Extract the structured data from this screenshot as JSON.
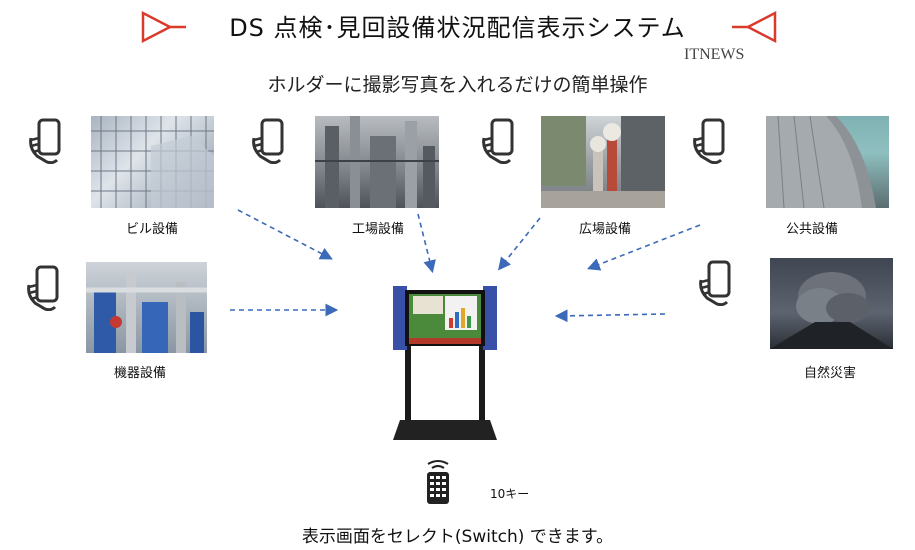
{
  "header": {
    "title": "DS 点検･見回設備状況配信表示システム",
    "brand": "ITNEWS",
    "accent_color": "#d93a2a"
  },
  "subtitle": "ホルダーに撮影写真を入れるだけの簡単操作",
  "sources": [
    {
      "label": "ビル設備",
      "icon": "phone-in-hand-icon"
    },
    {
      "label": "工場設備",
      "icon": "phone-in-hand-icon"
    },
    {
      "label": "広場設備",
      "icon": "phone-in-hand-icon"
    },
    {
      "label": "公共設備",
      "icon": "phone-in-hand-icon"
    },
    {
      "label": "機器設備",
      "icon": "phone-in-hand-icon"
    },
    {
      "label": "自然災害",
      "icon": "phone-in-hand-icon"
    }
  ],
  "remote": {
    "label": "10キー",
    "icon": "remote-control-icon"
  },
  "footer": "表示画面をセレクト(Switch) できます。",
  "colors": {
    "arrow": "#3a6ab8",
    "stand": "#1a1a1a",
    "panel_side": "#3850a8"
  }
}
